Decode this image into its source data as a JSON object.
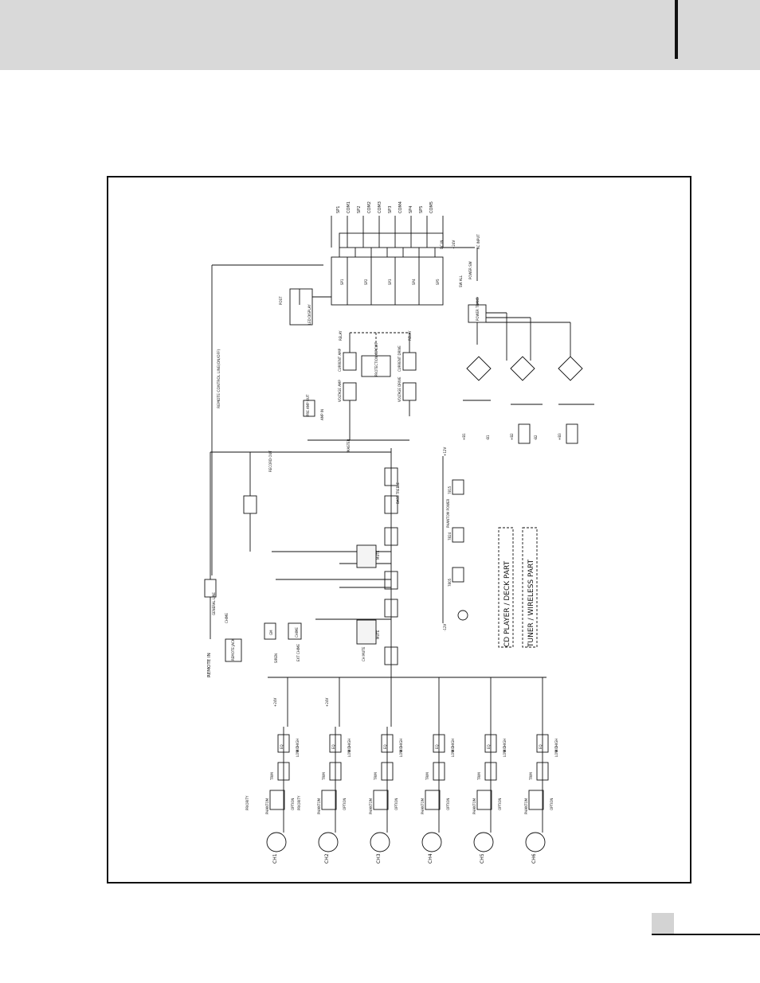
{
  "colors": {
    "header": "#d9d9d9",
    "ink": "#111111",
    "page_number_box": "#d3d3d3"
  },
  "diagram": {
    "inputs": {
      "channels": [
        "CH1",
        "CH2",
        "CH3",
        "CH4",
        "CH5",
        "CH6"
      ],
      "phantom": "PHANTOM",
      "option": "OPTION",
      "priority": "PRIORITY",
      "trim": "TRIM",
      "eq": "EQ",
      "hi": "HIGH",
      "mid": "MID",
      "low": "LOW",
      "plus24": "+24V"
    },
    "mixer": {
      "remote_in": "REMOTE IN",
      "remote_jack": "REMOTE JACK",
      "remote_control": "REMOTE CONTROL",
      "general_line": "GENERAL LINE",
      "chime": "CHIME",
      "siren": "SIREN",
      "ext_chime": "EXT CHIME",
      "gm": "GM",
      "ch_mute": "CH MUTE",
      "mute": "MUTE",
      "bass_treble": "BASS TREBLE",
      "master": "MASTER",
      "pre_amp_out": "PRE AMP OUT",
      "amp_in": "AMP IN",
      "record_out": "RECORD OUT",
      "remote_control_line": "REMOTE CONTROL LINE(ON/OFF)"
    },
    "amp": {
      "voltage_amp": "VOLTAGE AMP",
      "voltage_drive": "VOLTAGE DRIVE",
      "current_amp": "CURRENT AMP",
      "current_drive": "CURRENT DRIVE",
      "protection_circuit": "PROTECTION CIRCUIT",
      "relay": "RELAY",
      "led_display": "LED DISPLAY",
      "post": "POST"
    },
    "speakers": {
      "terminals": [
        "SP1",
        "COM1",
        "SP2",
        "COM2",
        "COM3",
        "SP3",
        "COM4",
        "SP4",
        "SP5",
        "COM5"
      ],
      "zones": [
        "SP1",
        "SP2",
        "SP3",
        "SP4",
        "SP5"
      ],
      "plus_24v": "+24V",
      "dc_in": "DC IN",
      "ac_input": "AC INPUT",
      "power_sw": "POWER SW",
      "sw_all": "SW ALL"
    },
    "power": {
      "regulators": [
        "7815",
        "7824",
        "7805"
      ],
      "phantom_power": "PHANTOM POWER",
      "rail_labels": [
        "+B1",
        "-B1",
        "+B2",
        "-B2",
        "+B3"
      ],
      "plus_12v": "+12V",
      "minus_12v": "-12V",
      "power_trans": "POWER TRANS"
    },
    "options": {
      "cd_deck": "CD PLAYER / DECK PART",
      "tuner_wireless": "TUNER / WIRELESS PART"
    }
  }
}
